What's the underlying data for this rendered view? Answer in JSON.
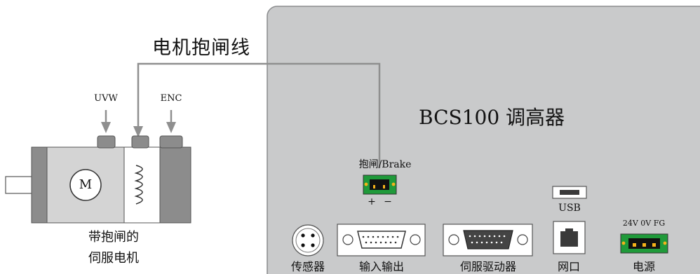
{
  "cable_label": "电机抱闸线",
  "motor": {
    "port_uvw": "UVW",
    "port_enc": "ENC",
    "symbol": "M",
    "caption_line1": "带抱闸的",
    "caption_line2": "伺服电机"
  },
  "controller": {
    "title": "BCS100 调高器",
    "brake_port_label": "抱闸/Brake",
    "brake_plus": "+",
    "brake_minus": "−",
    "usb_label": "USB",
    "power_pins": "24V 0V FG",
    "ports": [
      "传感器",
      "输入输出",
      "伺服驱动器",
      "网口",
      "电源"
    ]
  },
  "colors": {
    "panel": "#c9cacb",
    "panel_border": "#8a8b8d",
    "connector_green": "#1f9a3a",
    "pin_yellow": "#f5b21a",
    "motor_body": "#d4d4d4",
    "motor_dark": "#8c8c8c",
    "wire": "#8f8f8f"
  }
}
